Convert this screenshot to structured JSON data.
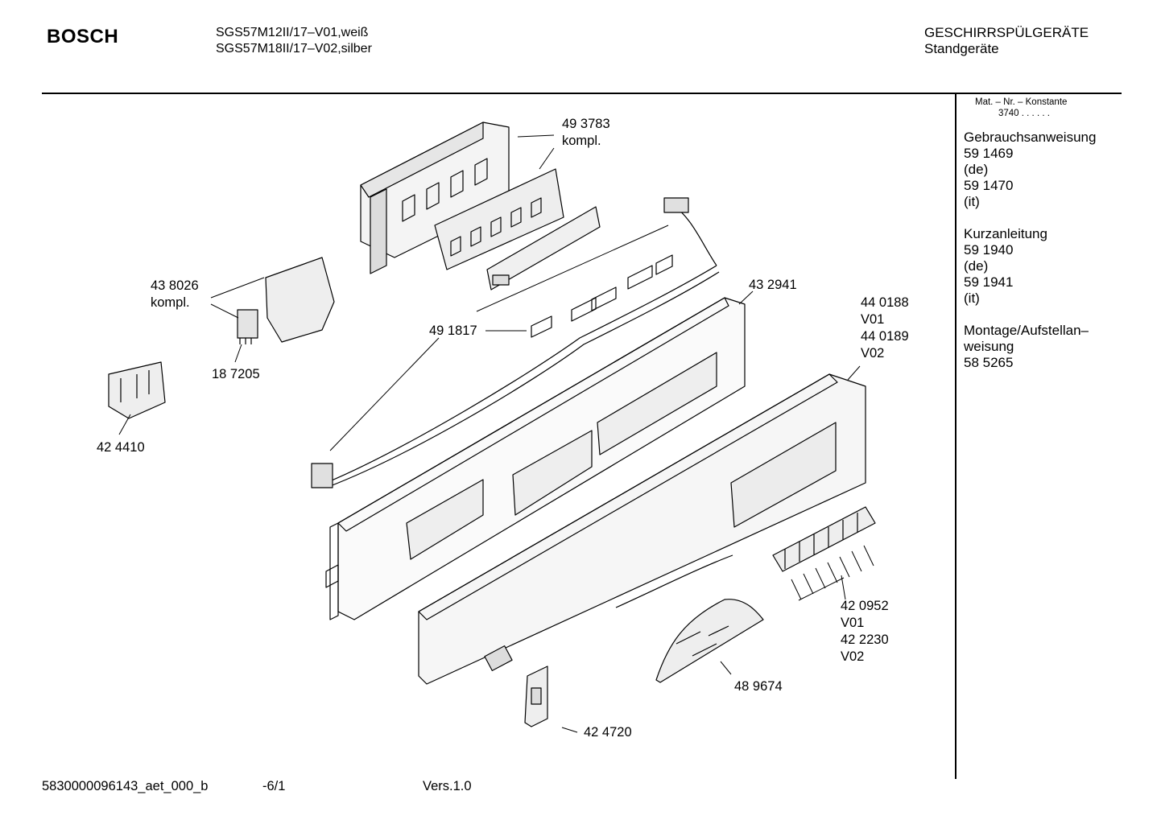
{
  "header": {
    "brand": "BOSCH",
    "models": [
      "SGS57M12II/17–V01,weiß",
      "SGS57M18II/17–V02,silber"
    ],
    "category": "GESCHIRRSPÜLGERÄTE",
    "subcategory": "Standgeräte"
  },
  "sidebar": {
    "mat_label": "Mat. – Nr. – Konstante",
    "mat_value": "3740 .  .  .  .  .  .",
    "docs": [
      {
        "lines": [
          "Gebrauchsanweisung",
          "59 1469",
          "(de)",
          "59 1470",
          "(it)"
        ]
      },
      {
        "lines": [
          "Kurzanleitung",
          "59 1940",
          "(de)",
          "59 1941",
          "(it)"
        ]
      },
      {
        "lines": [
          "Montage/Aufstellan–",
          "weisung",
          "58 5265"
        ]
      }
    ]
  },
  "callouts": [
    {
      "id": "c1",
      "lines": [
        "49 3783",
        "kompl."
      ]
    },
    {
      "id": "c2",
      "lines": [
        "43 8026",
        "kompl."
      ]
    },
    {
      "id": "c3",
      "lines": [
        "18 7205"
      ]
    },
    {
      "id": "c4",
      "lines": [
        "42 4410"
      ]
    },
    {
      "id": "c5",
      "lines": [
        "49 1817"
      ]
    },
    {
      "id": "c6",
      "lines": [
        "43 2941"
      ]
    },
    {
      "id": "c7",
      "lines": [
        "44 0188",
        "V01",
        "44 0189",
        "V02"
      ]
    },
    {
      "id": "c8",
      "lines": [
        "42 0952",
        "V01",
        "42 2230",
        "V02"
      ]
    },
    {
      "id": "c9",
      "lines": [
        "48 9674"
      ]
    },
    {
      "id": "c10",
      "lines": [
        "42 4720"
      ]
    }
  ],
  "footer": {
    "doc_id": "5830000096143_aet_000_b",
    "page": "-6/1",
    "version": "Vers.1.0"
  }
}
